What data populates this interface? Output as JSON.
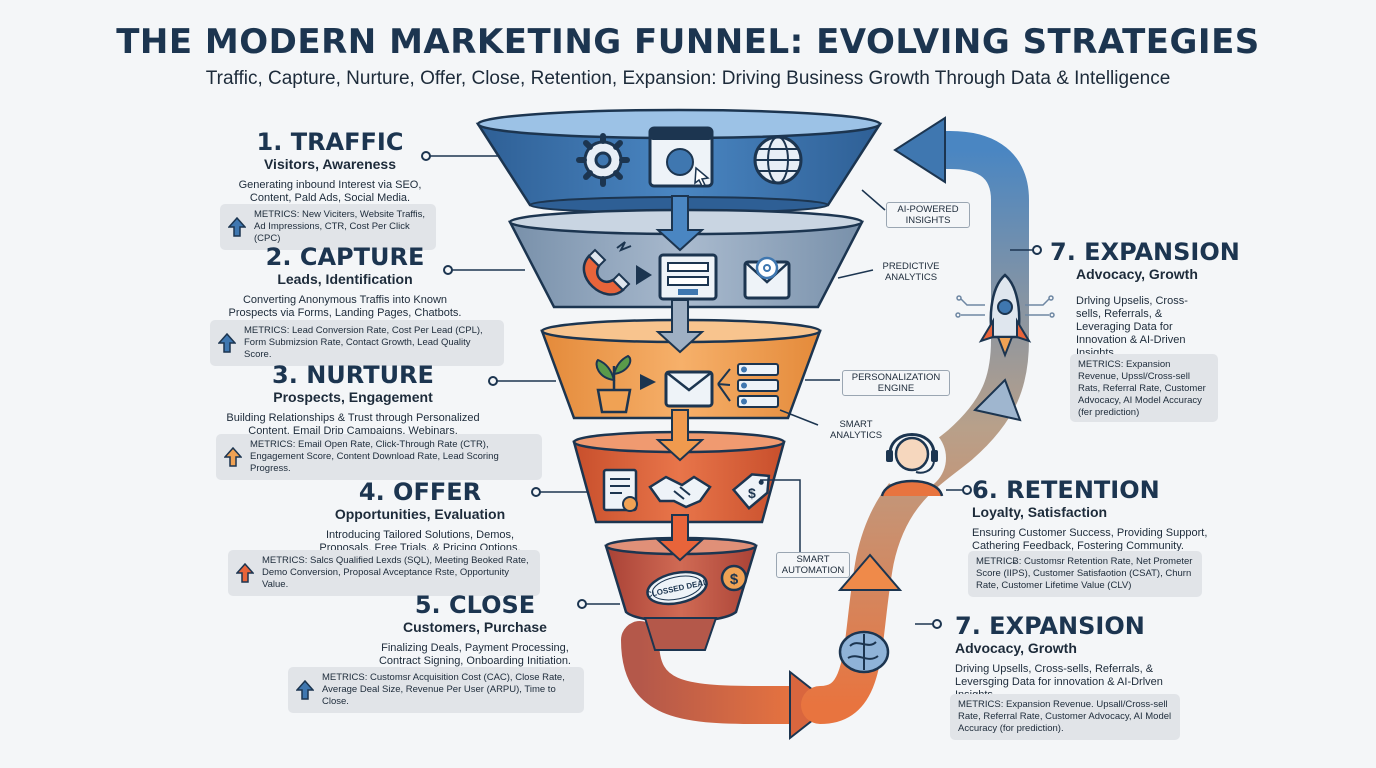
{
  "title": "THE MODERN MARKETING FUNNEL: EVOLVING STRATEGIES",
  "subtitle": "Traffic, Capture, Nurture, Offer, Close, Retention, Expansion: Driving Business Growth Through Data & Intelligence",
  "stages": [
    {
      "heading": "1. TRAFFIC",
      "sub": "Visitors, Awareness",
      "desc": "Generating inbound Interest via SEO, Content, Pald Ads, Social Media.",
      "metrics": "METRICS: New Viciters, Website Traffis, Ad Impressions, CTR, Cost Per Click (CPC)"
    },
    {
      "heading": "2. CAPTURE",
      "sub": "Leads, Identification",
      "desc": "Converting Anonymous Traffis into Known Prospects via Forms, Landing Pages, Chatbots.",
      "metrics": "METRICS: Lead Conversion Rate, Cost Per Lead (CPL), Form Submizsion Rate, Contact Growth, Lead Quality Score."
    },
    {
      "heading": "3. NURTURE",
      "sub": "Prospects, Engagement",
      "desc": "Building Relationships & Trust through Personalized Content, Email Drip Campaigns, Webinars.",
      "metrics": "METRICS: Email Open Rate, Click-Through Rate (CTR), Engagement Score, Content Download Rate, Lead Scoring Progress."
    },
    {
      "heading": "4. OFFER",
      "sub": "Opportunities, Evaluation",
      "desc": "Introducing Tailored Solutions, Demos, Proposals, Free Trials, & Pricing Options.",
      "metrics": "METRICS: Salcs Qualified Lexds (SQL), Meeting Beoked Rate, Demo Conversion, Proposal Avceptance Rste, Opportunity Value."
    },
    {
      "heading": "5. CLOSE",
      "sub": "Customers, Purchase",
      "desc": "Finalizing Deals, Payment Processing, Contract Signing, Onboarding Initiation.",
      "metrics": "METRICS: Customsr Acquisition Cost (CAC), Close Rate, Average Deal Size, Revenue Per User (ARPU), Time to Close."
    },
    {
      "heading": "6. RETENTION",
      "sub": "Loyalty, Satisfaction",
      "desc": "Ensuring Customer Success, Providing Support, Cathering Feedback, Fostering Community.",
      "metrics": "METRICɃ: Customsr Retention Rate, Net Prometer Score (IIPS), Customer Satisfaotion (CSAT), Churn Rate, Customer Lifetime Value (CLV)"
    },
    {
      "heading": "7. EXPANSION",
      "sub": "Advocacy, Growth",
      "desc": "Driving Upsells, Cross-sells, Referrals, & Leversging Data for innovation & AI-Drlven Insights.",
      "metrics": "METRICS: Expansion Revenue. Upsall/Cross-sell Rate, Referral Rate, Customer Advocacy, AI Model Accuracy (for prediction)."
    },
    {
      "heading": "7. EXPANSION",
      "sub": "Advocacy, Growth",
      "desc": "Drlving Upselis, Cross-sells, Referrals, & Leveraging Data for Innovation & AI-Driven Insights.",
      "metrics": "METRICS: Expansion Revenue, Upssl/Cross-sell Rats, Referral Rate, Customer Advocacy, AI Model Accuracy (fer prediction)"
    }
  ],
  "tags": {
    "ai_insights": "AI-POWERED INSIGHTS",
    "predictive": "PREDICTIVE ANALYTICS",
    "personalization": "PERSONALIZATION ENGINE",
    "smart_analytics": "SMART ANALYTICS",
    "smart_automation": "SMART AUTOMATION"
  },
  "badges": {
    "closed_deal": "CLOSSED DEAL",
    "dollar": "$"
  },
  "icons": {
    "traffic": [
      "gear-icon",
      "browser-globe-icon",
      "globe-icon"
    ],
    "capture": [
      "magnet-icon",
      "form-icon",
      "email-at-icon"
    ],
    "nurture": [
      "plant-icon",
      "envelope-icon",
      "contact-list-icon"
    ],
    "offer": [
      "document-seal-icon",
      "handshake-icon",
      "price-tag-icon"
    ],
    "close": [
      "closed-deal-stamp-icon",
      "dollar-coin-icon"
    ],
    "side": [
      "brain-icon",
      "support-agent-icon",
      "rocket-icon"
    ]
  },
  "colors": {
    "traffic": "#3f77b0",
    "capture": "#8fa4bd",
    "nurture": "#f0a254",
    "offer": "#e0643a",
    "close": "#c9573e",
    "navy": "#1c3550"
  }
}
